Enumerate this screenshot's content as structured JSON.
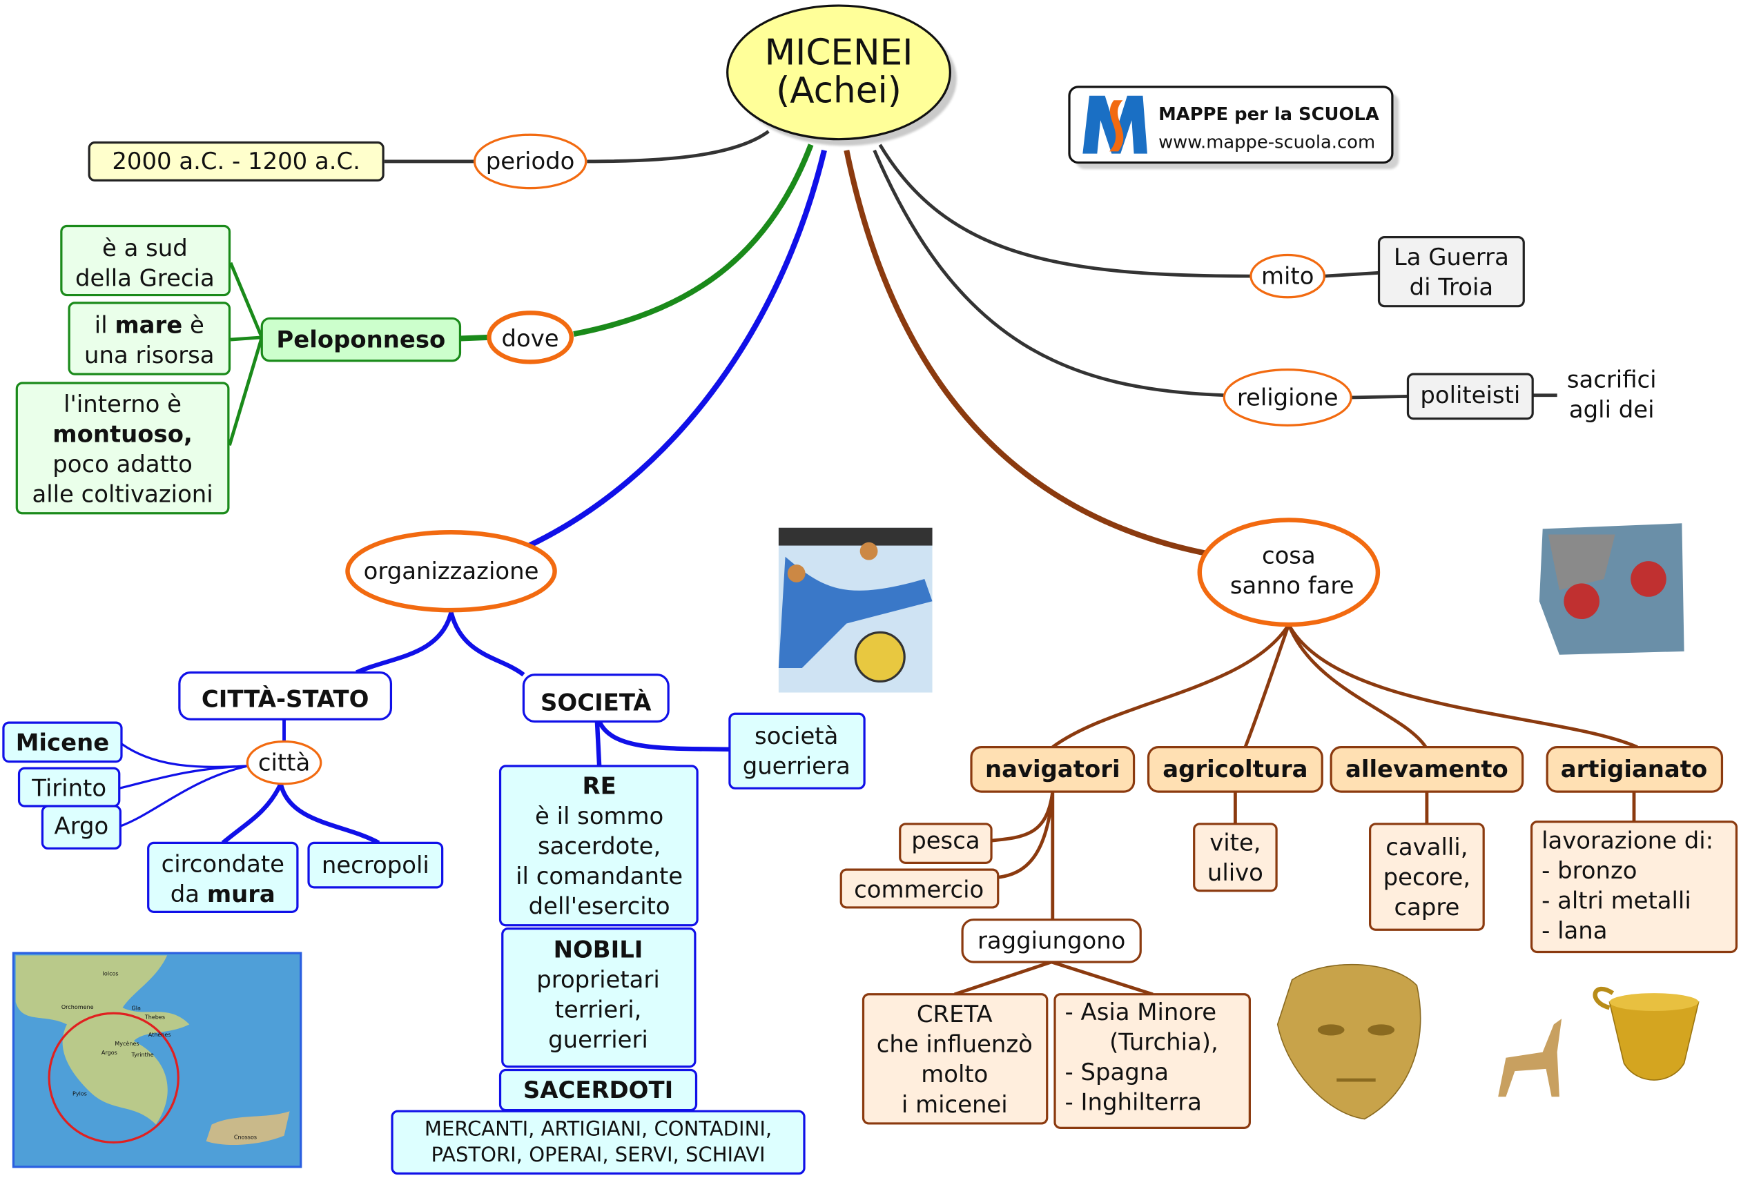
{
  "colors": {
    "center_fill": "#ffff99",
    "oval_stroke": "#f26a10",
    "green": "#1a8a1a",
    "blue": "#1010e8",
    "brown": "#8b3a0f",
    "dark": "#333333"
  },
  "center": {
    "line1": "MICENEI",
    "line2": "(Achei)"
  },
  "logo": {
    "title": "MAPPE per la SCUOLA",
    "url": "www.mappe-scuola.com"
  },
  "periodo": {
    "label": "periodo",
    "value": "2000 a.C. - 1200 a.C."
  },
  "dove": {
    "label": "dove",
    "node": "Peloponneso",
    "items": [
      {
        "lines": [
          "è a sud",
          "della Grecia"
        ]
      },
      {
        "pre": "il ",
        "bold": "mare",
        "post": " è",
        "line2": "una risorsa"
      },
      {
        "line1": "l'interno è",
        "bold": "montuoso,",
        "line3": "poco adatto",
        "line4": "alle coltivazioni"
      }
    ]
  },
  "mito": {
    "label": "mito",
    "lines": [
      "La Guerra",
      "di Troia"
    ]
  },
  "religione": {
    "label": "religione",
    "node": "politeisti",
    "note": [
      "sacrifici",
      "agli dei"
    ]
  },
  "organizzazione": {
    "label": "organizzazione",
    "citta_stato": {
      "title": "CITTÀ-STATO",
      "citta": "città",
      "cities": [
        "Micene",
        "Tirinto",
        "Argo"
      ],
      "walls_pre": "circondate",
      "walls_pre2": "da ",
      "walls_bold": "mura",
      "necropoli": "necropoli"
    },
    "societa": {
      "title": "SOCIETÀ",
      "warrior": [
        "società",
        "guerriera"
      ],
      "re": {
        "title": "RE",
        "lines": [
          "è il sommo",
          "sacerdote,",
          "il comandante",
          "dell'esercito"
        ]
      },
      "nobili": {
        "title": "NOBILI",
        "lines": [
          "proprietari",
          "terrieri,",
          "guerrieri"
        ]
      },
      "sacerdoti": "SACERDOTI",
      "others": [
        "MERCANTI, ARTIGIANI, CONTADINI,",
        "PASTORI, OPERAI, SERVI, SCHIAVI"
      ]
    }
  },
  "cosa": {
    "lines": [
      "cosa",
      "sanno fare"
    ],
    "navigatori": {
      "title": "navigatori",
      "pesca": "pesca",
      "commercio": "commercio",
      "raggiungono": "raggiungono",
      "creta": [
        "CRETA",
        "che influenzò",
        "molto",
        "i micenei"
      ],
      "dest": [
        "- Asia Minore",
        "(Turchia),",
        "- Spagna",
        "- Inghilterra"
      ]
    },
    "agricoltura": {
      "title": "agricoltura",
      "lines": [
        "vite,",
        "ulivo"
      ]
    },
    "allevamento": {
      "title": "allevamento",
      "lines": [
        "cavalli,",
        "pecore,",
        "capre"
      ]
    },
    "artigianato": {
      "title": "artigianato",
      "lines": [
        "lavorazione di:",
        "- bronzo",
        "- altri metalli",
        "- lana"
      ]
    }
  },
  "map_labels": [
    "Iolcos",
    "Orchomene",
    "Gla",
    "Thebes",
    "Athènes",
    "Mycènes",
    "Argos",
    "Tyrinthe",
    "Pylos",
    "Cnossos"
  ]
}
